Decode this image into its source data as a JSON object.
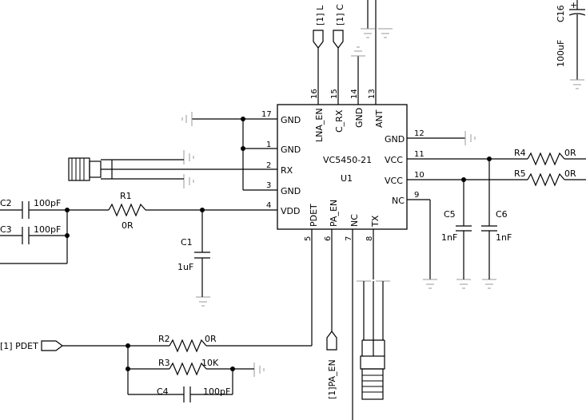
{
  "ic": {
    "part": "VC5450-21",
    "ref": "U1",
    "pins": [
      {
        "num": "17",
        "name": "GND"
      },
      {
        "num": "1",
        "name": "GND"
      },
      {
        "num": "2",
        "name": "RX"
      },
      {
        "num": "3",
        "name": "GND"
      },
      {
        "num": "4",
        "name": "VDD"
      },
      {
        "num": "12",
        "name": "GND"
      },
      {
        "num": "11",
        "name": "VCC"
      },
      {
        "num": "10",
        "name": "VCC"
      },
      {
        "num": "9",
        "name": "NC"
      },
      {
        "num": "16",
        "name": "LNA_EN"
      },
      {
        "num": "15",
        "name": "C_RX"
      },
      {
        "num": "14",
        "name": "GND"
      },
      {
        "num": "13",
        "name": "ANT"
      },
      {
        "num": "5",
        "name": "PDET"
      },
      {
        "num": "6",
        "name": "PA_EN"
      },
      {
        "num": "7",
        "name": "NC"
      },
      {
        "num": "8",
        "name": "TX"
      }
    ]
  },
  "components": {
    "c2": {
      "ref": "C2",
      "value": "100pF"
    },
    "c3": {
      "ref": "C3",
      "value": "100pF"
    },
    "r1": {
      "ref": "R1",
      "value": "0R"
    },
    "c1": {
      "ref": "C1",
      "value": "1uF"
    },
    "r4": {
      "ref": "R4",
      "value": "0R"
    },
    "r5": {
      "ref": "R5",
      "value": "0R"
    },
    "c5": {
      "ref": "C5",
      "value": "1nF"
    },
    "c6": {
      "ref": "C6",
      "value": "1nF"
    },
    "c16": {
      "ref": "C16",
      "value": "100uF"
    },
    "r2": {
      "ref": "R2",
      "value": "0R"
    },
    "r3": {
      "ref": "R3",
      "value": "10K"
    },
    "c4": {
      "ref": "C4",
      "value": "100pF"
    }
  },
  "ports": {
    "pdet": "[1] PDET",
    "pa_en": "[1]PA_EN",
    "top_left": "[1] L",
    "top_right": "[1] C"
  },
  "colors": {
    "wire": "#000000",
    "ground": "#9a9a9a",
    "background": "#ffffff"
  }
}
